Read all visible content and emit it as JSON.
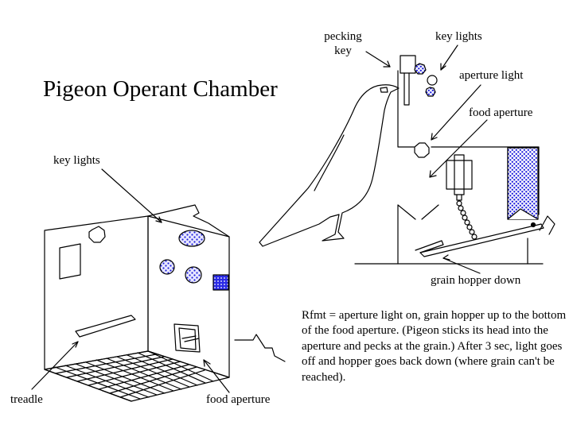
{
  "title": "Pigeon Operant Chamber",
  "labels": {
    "pecking_key": "pecking\nkey",
    "key_lights_right": "key lights",
    "aperture_light": "aperture light",
    "food_aperture_right": "food aperture",
    "grain_hopper_down": "grain hopper down",
    "key_lights_left": "key lights",
    "treadle": "treadle",
    "food_aperture_left": "food aperture"
  },
  "note": "Rfmt = aperture light on, grain hopper up to the bottom of the food aperture. (Pigeon sticks its head into the aperture and pecks at the grain.) After 3 sec, light goes off and hopper goes back down (where grain can't be reached).",
  "colors": {
    "ink": "#000000",
    "dot_blue": "#1f1fdd",
    "key_fill": "#3a3ae0"
  }
}
